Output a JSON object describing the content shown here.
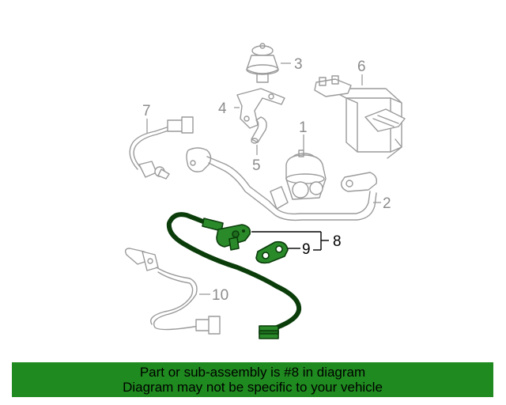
{
  "colors": {
    "highlight_part": "#2a8a2a",
    "highlight_outline": "#0b3d0b",
    "part_line": "#9a9a9a",
    "callout_text": "#8c8c8c",
    "banner_background": "#1f8a1f",
    "banner_text": "#000000"
  },
  "callouts": {
    "c1": "1",
    "c2": "2",
    "c3": "3",
    "c4": "4",
    "c5": "5",
    "c6": "6",
    "c7": "7",
    "c8": "8",
    "c9": "9",
    "c10": "10"
  },
  "banner": {
    "line1": "Part or sub-assembly is #8 in diagram",
    "line2": "Diagram may not be specific to your vehicle"
  }
}
